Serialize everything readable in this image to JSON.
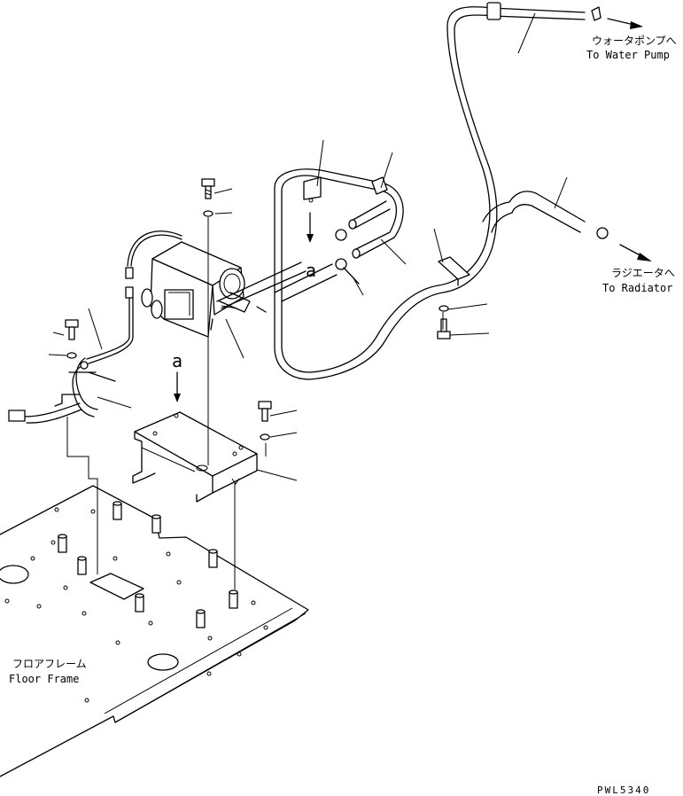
{
  "labels": {
    "water_pump_jp": "ウォータポンプへ",
    "water_pump_en": "To Water Pump",
    "radiator_jp": "ラジエータへ",
    "radiator_en": "To Radiator",
    "floor_frame_jp": "フロアフレーム",
    "floor_frame_en": "Floor Frame",
    "view_marker_upper": "a",
    "view_marker_lower": "a",
    "drawing_code": "PWL5340"
  },
  "icons": {
    "arrow": "arrow-right-icon"
  }
}
